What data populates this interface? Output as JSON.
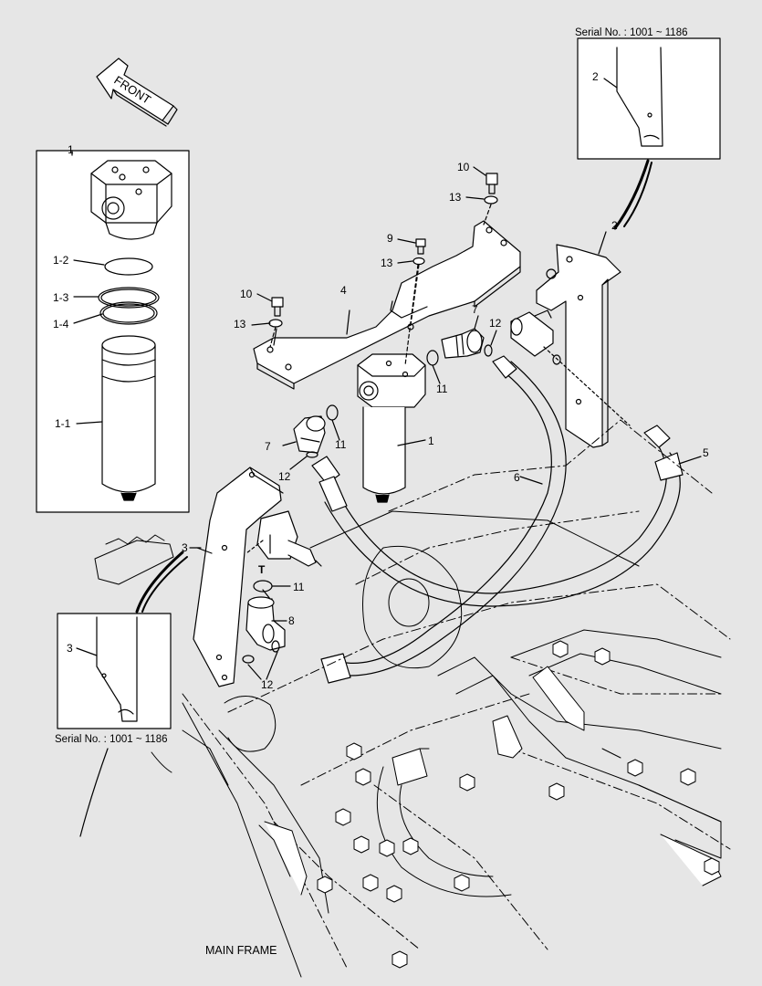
{
  "direction_arrow": {
    "label": "FRONT"
  },
  "insets": {
    "top_right": {
      "serial": "Serial No. : 1001 ~ 1186",
      "part_label": "2"
    },
    "bottom_left": {
      "serial": "Serial No. : 1001 ~ 1186",
      "part_label": "3"
    }
  },
  "filter_exploded": {
    "title": "1",
    "labels": [
      "1-2",
      "1-3",
      "1-4",
      "1-1"
    ]
  },
  "callouts": {
    "c10a": "10",
    "c13a": "13",
    "c9": "9",
    "c13b": "13",
    "c10b": "10",
    "c13c": "13",
    "c4": "4",
    "c2": "2",
    "c7a": "7",
    "c12a": "12",
    "c11a": "11",
    "c1": "1",
    "c11b": "11",
    "c7b": "7",
    "c12b": "12",
    "c6": "6",
    "c5": "5",
    "c3": "3",
    "c11c": "11",
    "c8": "8",
    "c12c": "12",
    "t_mark": "T"
  },
  "main_frame_label": "MAIN FRAME"
}
